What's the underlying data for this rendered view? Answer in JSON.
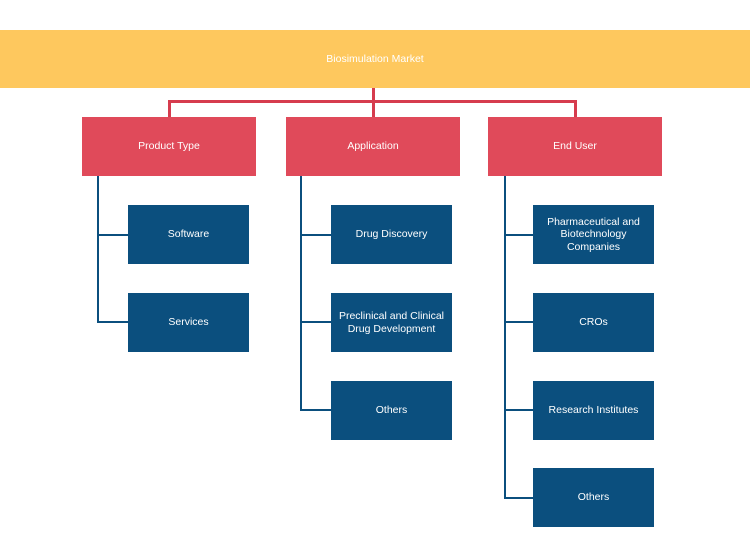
{
  "root": {
    "label": "Biosimulation Market"
  },
  "categories": [
    {
      "label": "Product Type",
      "items": [
        "Software",
        "Services"
      ]
    },
    {
      "label": "Application",
      "items": [
        "Drug Discovery",
        "Preclinical and Clinical Drug Development",
        "Others"
      ]
    },
    {
      "label": "End User",
      "items": [
        "Pharmaceutical and Biotechnology Companies",
        "CROs",
        "Research Institutes",
        "Others"
      ]
    }
  ],
  "colors": {
    "root": "#FEC85E",
    "category": "#E04A5A",
    "leaf": "#0B4F7E",
    "connector_top": "#D63C4E",
    "connector_leaf": "#0B4F7E"
  }
}
